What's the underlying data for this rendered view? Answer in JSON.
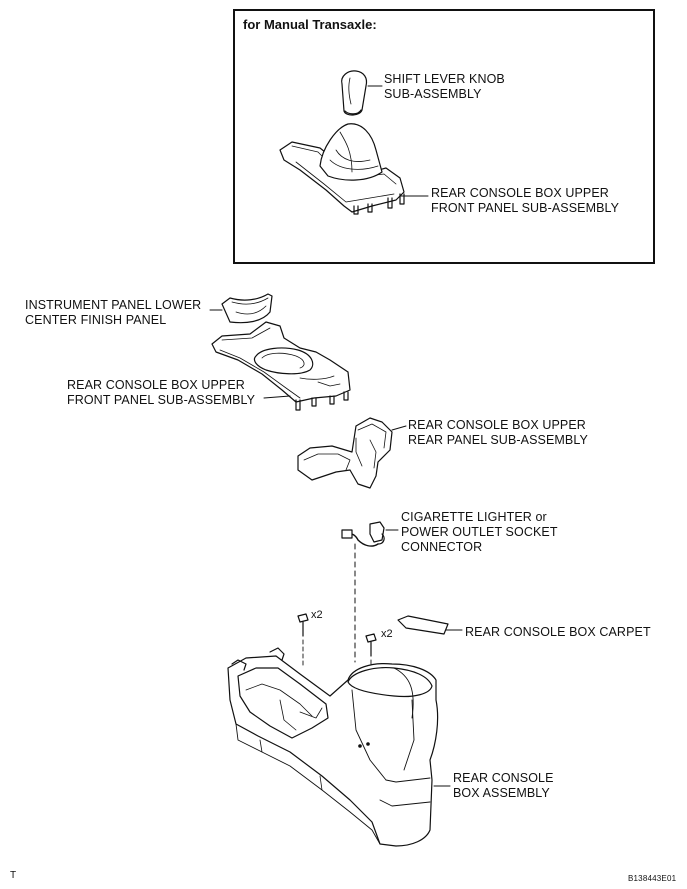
{
  "inset": {
    "title": "for Manual Transaxle:",
    "shift_knob_label": [
      "SHIFT LEVER KNOB",
      "SUB-ASSEMBLY"
    ],
    "front_panel_label": [
      "REAR CONSOLE BOX UPPER",
      "FRONT PANEL SUB-ASSEMBLY"
    ]
  },
  "parts": {
    "finish_panel_label": [
      "INSTRUMENT PANEL LOWER",
      "CENTER FINISH PANEL"
    ],
    "front_panel_label": [
      "REAR CONSOLE BOX UPPER",
      "FRONT PANEL SUB-ASSEMBLY"
    ],
    "rear_panel_label": [
      "REAR CONSOLE BOX UPPER",
      "REAR PANEL SUB-ASSEMBLY"
    ],
    "connector_label": [
      "CIGARETTE LIGHTER or",
      "POWER OUTLET SOCKET",
      "CONNECTOR"
    ],
    "carpet_label": "REAR CONSOLE BOX CARPET",
    "assembly_label": [
      "REAR CONSOLE",
      "BOX ASSEMBLY"
    ]
  },
  "quantities": {
    "screws_left": "x2",
    "screws_right": "x2"
  },
  "footer": {
    "corner_mark": "T",
    "figure_code": "B138443E01"
  }
}
